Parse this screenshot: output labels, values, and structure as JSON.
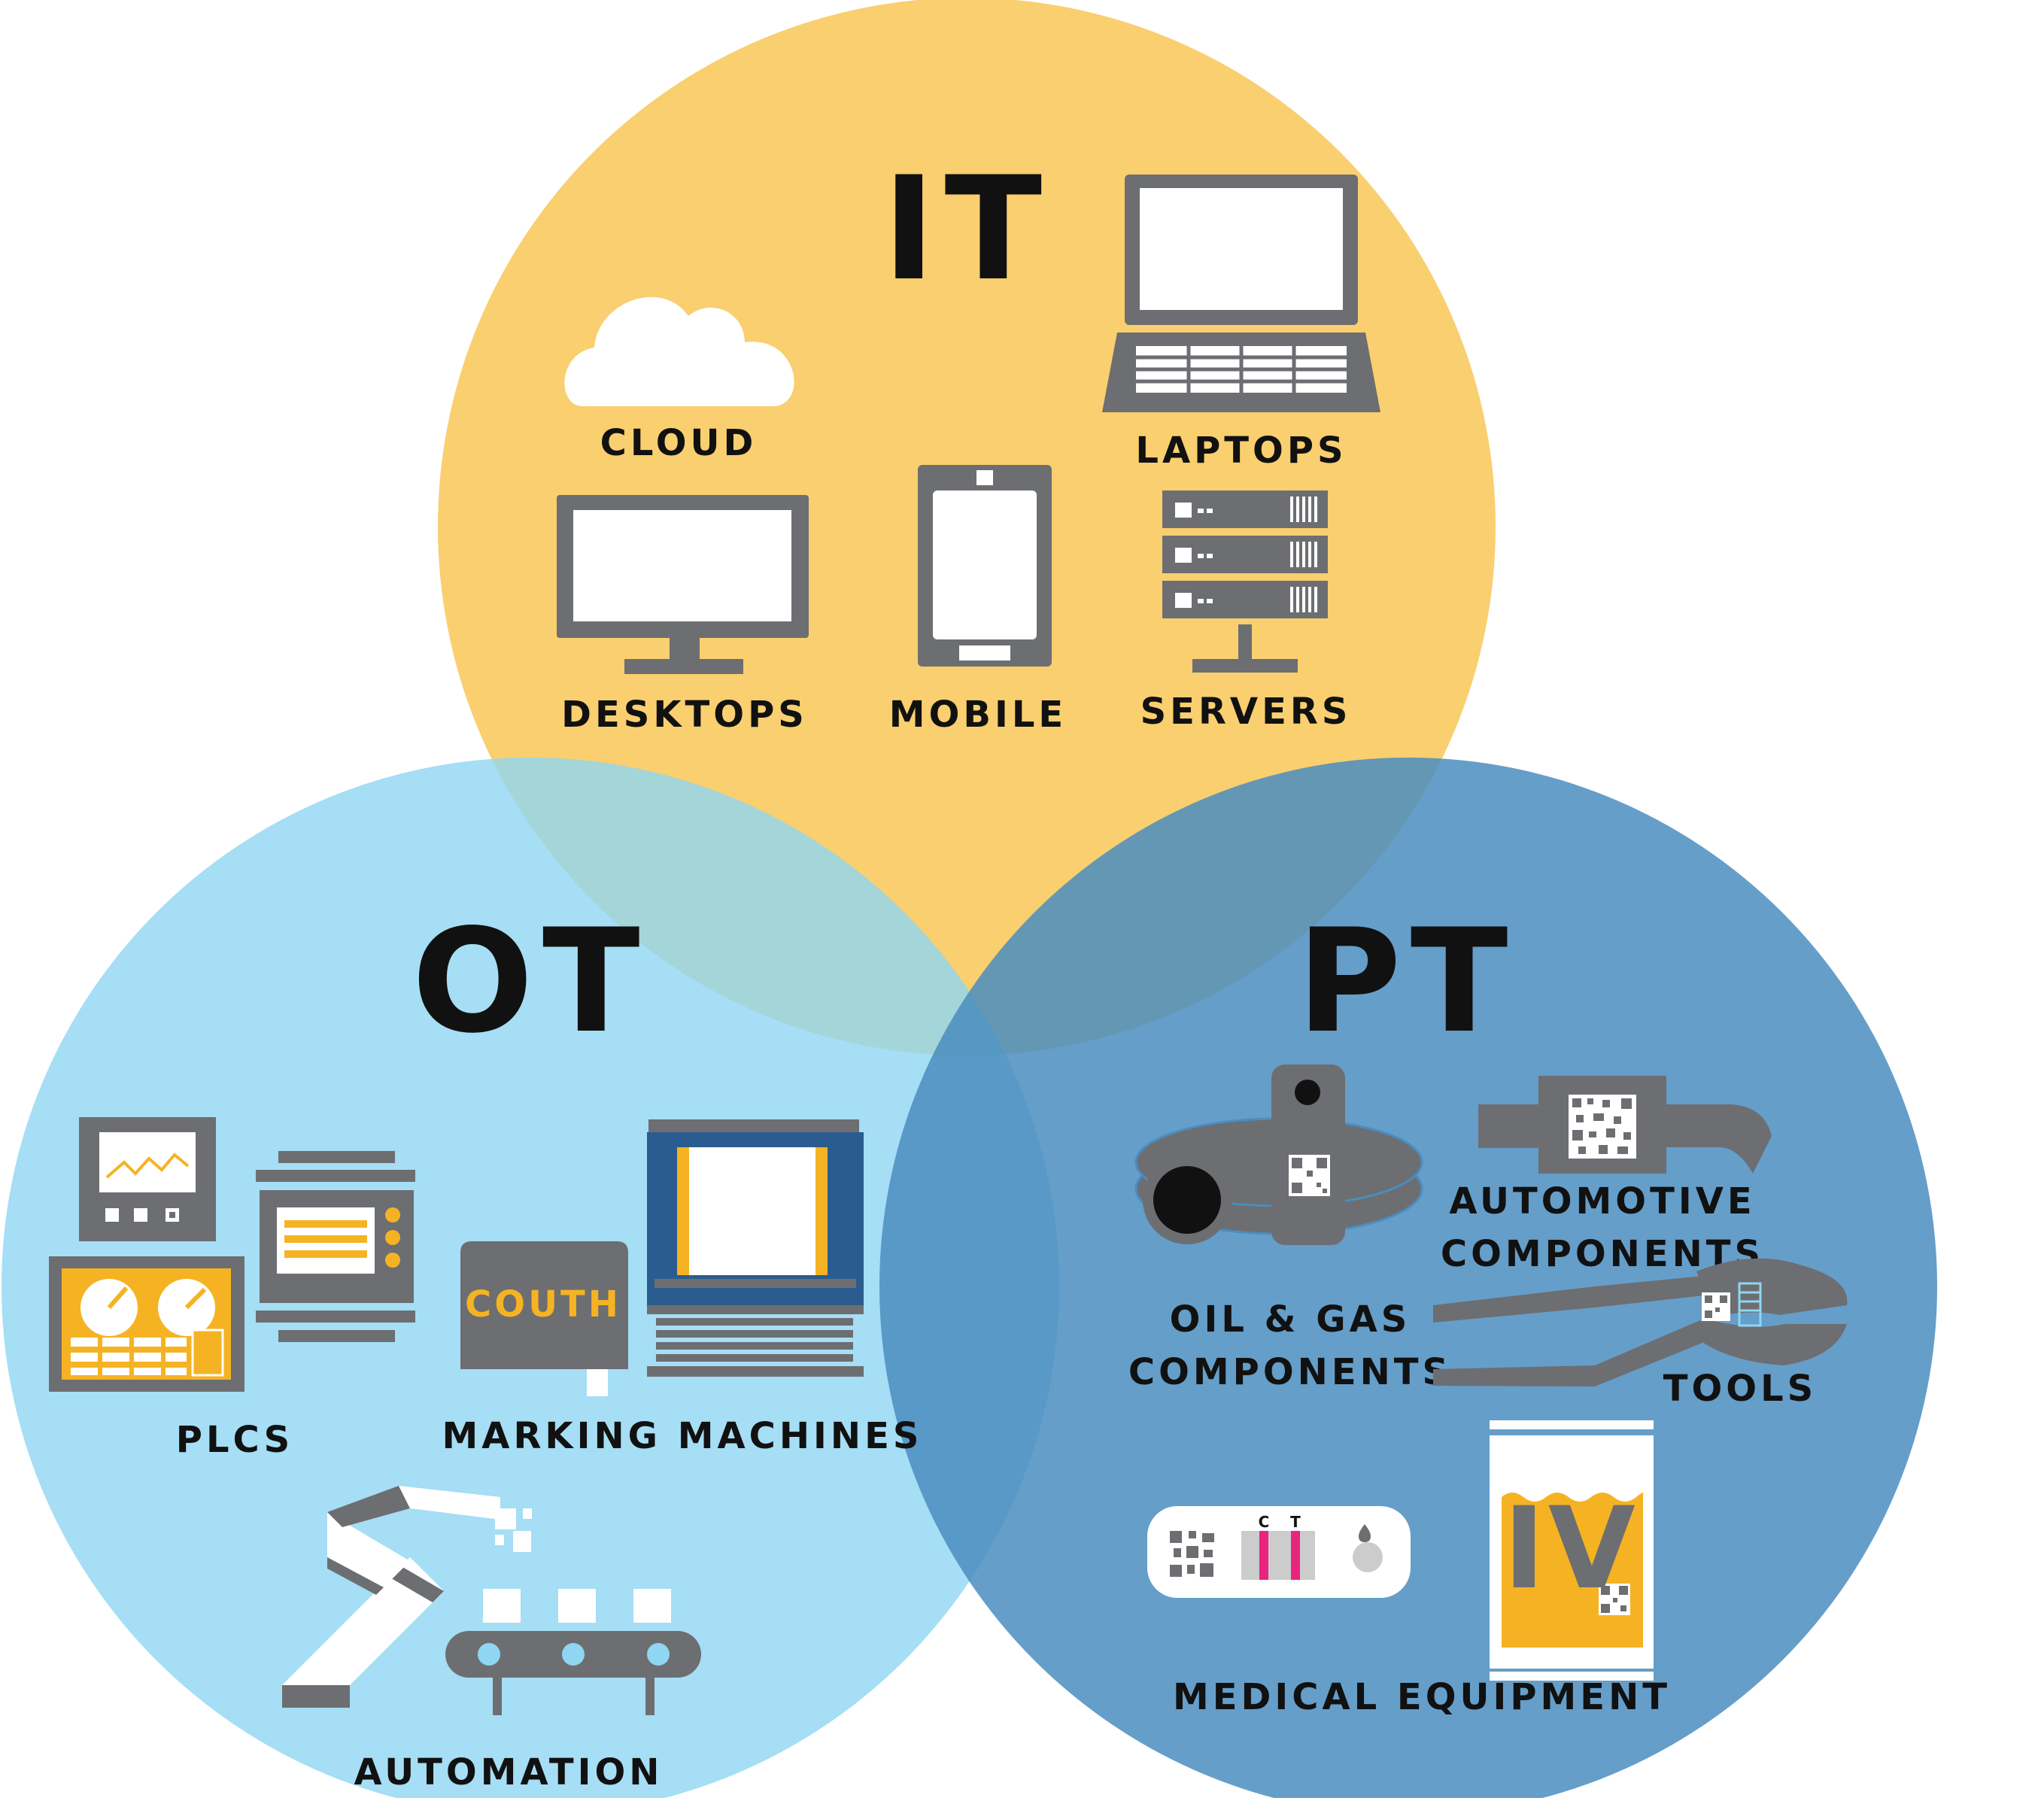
{
  "colors": {
    "it_circle": "#F9CF70",
    "ot_circle": "#8ED6F2",
    "pt_circle": "#63A0C8",
    "icon_gray": "#6D6E71",
    "accent_yellow": "#F5B323",
    "accent_navy": "#2B5C8F",
    "accent_magenta": "#E8247F",
    "text": "#111111"
  },
  "sections": {
    "it": {
      "title": "IT",
      "items": [
        "CLOUD",
        "LAPTOPS",
        "DESKTOPS",
        "MOBILE",
        "SERVERS"
      ]
    },
    "ot": {
      "title": "OT",
      "items": [
        "PLCS",
        "MARKING MACHINES",
        "AUTOMATION"
      ]
    },
    "pt": {
      "title": "PT",
      "items": {
        "automotive_1": "AUTOMOTIVE",
        "automotive_2": "COMPONENTS",
        "oilgas_1": "OIL & GAS",
        "oilgas_2": "COMPONENTS",
        "tools": "TOOLS",
        "medical": "MEDICAL EQUIPMENT"
      }
    }
  },
  "marks": {
    "marking_machine_logo": "COUTH",
    "test_strip_c": "C",
    "test_strip_t": "T",
    "iv_bag": "IV"
  },
  "icons": [
    "cloud-icon",
    "laptop-icon",
    "desktop-icon",
    "mobile-icon",
    "server-icon",
    "plc-icon",
    "marking-machine-icon",
    "robot-arm-icon",
    "conveyor-icon",
    "oil-gas-component-icon",
    "automotive-part-icon",
    "pliers-icon",
    "test-strip-icon",
    "iv-bag-icon"
  ]
}
